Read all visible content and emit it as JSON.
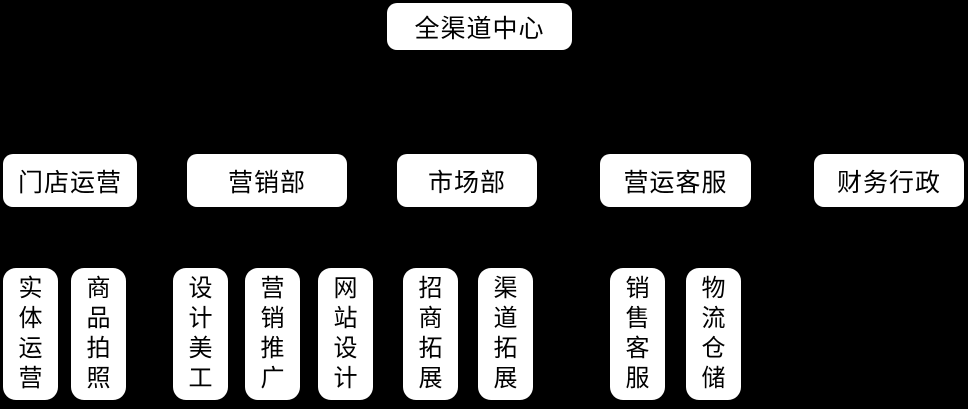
{
  "colors": {
    "background": "#000000",
    "node_background": "#ffffff",
    "node_text": "#000000"
  },
  "org_chart": {
    "root": {
      "label": "全渠道中心"
    },
    "departments": [
      {
        "label": "门店运营",
        "children": [
          {
            "label": "实体运营"
          },
          {
            "label": "商品拍照"
          }
        ]
      },
      {
        "label": "营销部",
        "children": [
          {
            "label": "设计美工"
          },
          {
            "label": "营销推广"
          },
          {
            "label": "网站设计"
          }
        ]
      },
      {
        "label": "市场部",
        "children": [
          {
            "label": "招商拓展"
          },
          {
            "label": "渠道拓展"
          }
        ]
      },
      {
        "label": "营运客服",
        "children": [
          {
            "label": "销售客服"
          },
          {
            "label": "物流仓储"
          }
        ]
      },
      {
        "label": "财务行政",
        "children": []
      }
    ]
  }
}
